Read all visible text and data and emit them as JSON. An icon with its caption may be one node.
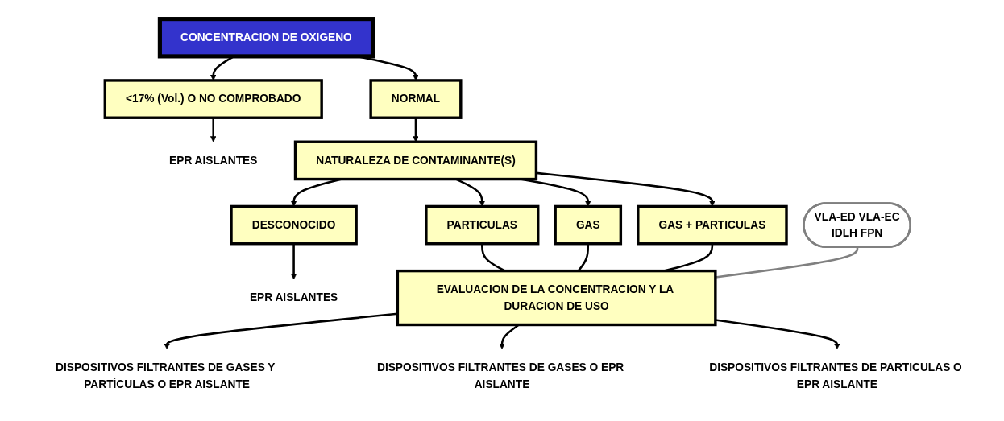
{
  "diagram": {
    "nodes": [
      {
        "text": [
          "CONCENTRACION DE OXIGENO"
        ]
      },
      {
        "text": [
          "<17% (Vol.) O NO COMPROBADO"
        ]
      },
      {
        "text": [
          "EPR AISLANTES"
        ]
      },
      {
        "text": [
          "NORMAL"
        ]
      },
      {
        "text": [
          "NATURALEZA DE CONTAMINANTE(S)"
        ]
      },
      {
        "text": [
          "PARTICULAS"
        ]
      },
      {
        "text": [
          "GAS"
        ]
      },
      {
        "text": [
          "GAS + PARTICULAS"
        ]
      },
      {
        "text": [
          "DESCONOCIDO"
        ]
      },
      {
        "text": [
          "EPR AISLANTES"
        ]
      },
      {
        "text": [
          "EVALUACION DE LA CONCENTRACION Y LA DURACION DE USO"
        ]
      },
      {
        "text": [
          "VLA-ED VLA-EC",
          "IDLH FPN"
        ]
      },
      {
        "text": [
          "DISPOSITIVOS FILTRANTES DE GASES Y PARTÍCULAS O EPR AISLANTE"
        ]
      },
      {
        "text": [
          "DISPOSITIVOS FILTRANTES DE GASES O EPR AISLANTE"
        ]
      },
      {
        "text": [
          "DISPOSITIVOS FILTRANTES DE PARTICULAS O EPR AISLANTE"
        ]
      }
    ],
    "edges": [
      {
        "from": 0,
        "to": 1,
        "arrow": "to"
      },
      {
        "from": 1,
        "to": 2,
        "arrow": "to"
      },
      {
        "from": 0,
        "to": 3,
        "arrow": "to"
      },
      {
        "from": 3,
        "to": 4,
        "arrow": "to"
      },
      {
        "from": 4,
        "to": 5,
        "arrow": "to"
      },
      {
        "from": 4,
        "to": 6,
        "arrow": "to"
      },
      {
        "from": 4,
        "to": 7,
        "arrow": "to"
      },
      {
        "from": 4,
        "to": 8,
        "arrow": "to"
      },
      {
        "from": 8,
        "to": 9,
        "arrow": "to"
      },
      {
        "from": 5,
        "to": 10,
        "arrow": "none"
      },
      {
        "from": 6,
        "to": 10,
        "arrow": "none"
      },
      {
        "from": 7,
        "to": 10,
        "arrow": "none"
      },
      {
        "from": 11,
        "to": 10,
        "arrow": "none",
        "color": "#808080"
      },
      {
        "from": 10,
        "to": 12,
        "arrow": "to"
      },
      {
        "from": 10,
        "to": 13,
        "arrow": "to"
      },
      {
        "from": 10,
        "to": 14,
        "arrow": "to"
      }
    ]
  }
}
